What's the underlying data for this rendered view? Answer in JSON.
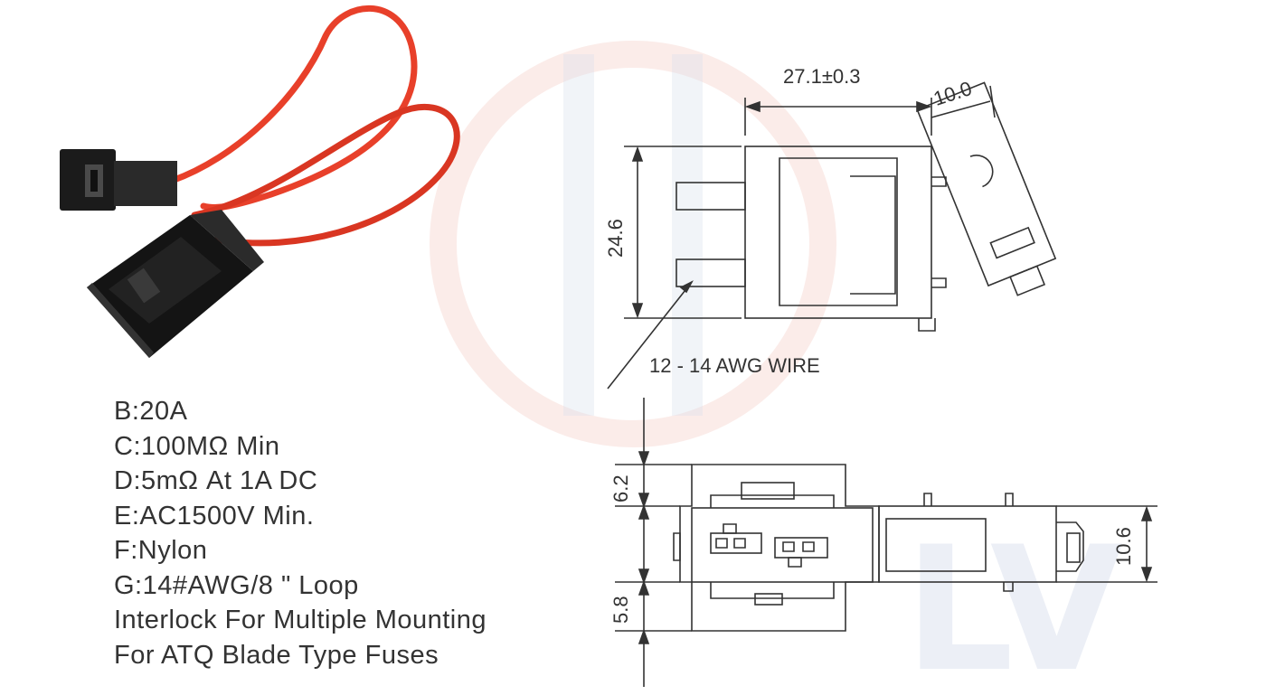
{
  "specs": [
    "B:20A",
    "C:100MΩ  Min",
    "D:5mΩ  At 1A DC",
    "E:AC1500V Min.",
    "F:Nylon",
    "G:14#AWG/8 \" Loop",
    "Interlock For Multiple Mounting",
    "For ATQ Blade Type Fuses"
  ],
  "dimensions": {
    "width_top": "27.1±0.3",
    "angle_offset": "10.0",
    "height_side": "24.6",
    "wire_label": "12 - 14 AWG WIRE",
    "top_height": "6.2",
    "bottom_height": "5.8",
    "right_height": "10.6"
  },
  "watermark": "LV",
  "colors": {
    "wire": "#e8402a",
    "housing": "#1a1a1a",
    "line": "#333333",
    "watermark": "#c9d3e6"
  }
}
